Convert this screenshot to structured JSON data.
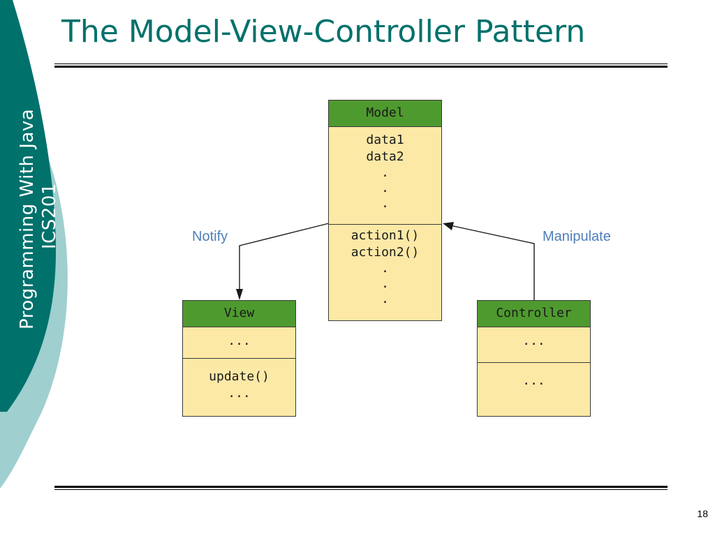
{
  "slide": {
    "title": "The Model-View-Controller Pattern",
    "sidebar_line1": "Programming With Java",
    "sidebar_line2": "ICS201",
    "page_number": "18"
  },
  "diagram": {
    "model": {
      "name": "Model",
      "attributes": [
        "data1",
        "data2",
        ".",
        ".",
        "."
      ],
      "operations": [
        "action1()",
        "action2()",
        ".",
        ".",
        "."
      ]
    },
    "view": {
      "name": "View",
      "attributes": [
        "..."
      ],
      "operations": [
        "update()",
        "..."
      ]
    },
    "controller": {
      "name": "Controller",
      "attributes": [
        "..."
      ],
      "operations": [
        "..."
      ]
    },
    "edges": {
      "notify": "Notify",
      "manipulate": "Manipulate"
    }
  },
  "colors": {
    "title": "#00716b",
    "sidebar_dark": "#00716b",
    "sidebar_light": "#9fcfcf",
    "class_header": "#4e9a2f",
    "class_body": "#fde9a6",
    "edge_label": "#4f7fb8"
  }
}
